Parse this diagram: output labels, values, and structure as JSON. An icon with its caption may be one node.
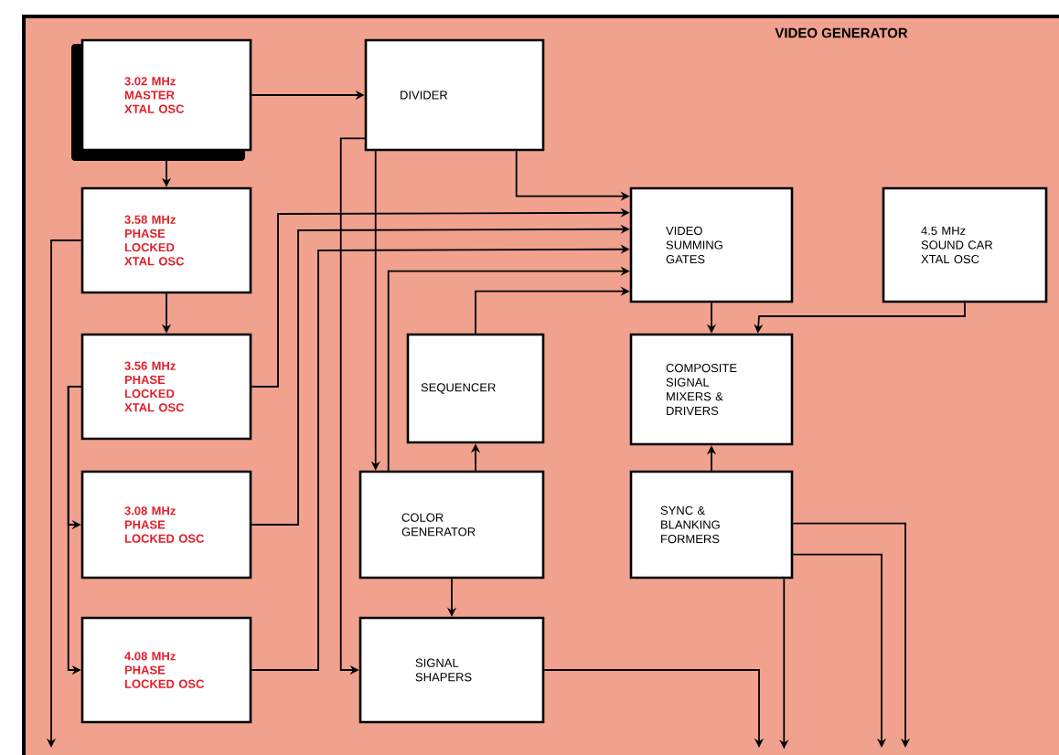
{
  "diagram": {
    "title": "VIDEO GENERATOR",
    "nodes": [
      {
        "text": [
          "3.02 MHz MASTER XTAL OSC"
        ]
      },
      {
        "text": [
          "DIVIDER"
        ]
      },
      {
        "text": [
          "3.58 MHz PHASE LOCKED XTAL OSC"
        ]
      },
      {
        "text": [
          "3.56 MHz PHASE LOCKED XTAL OSC"
        ]
      },
      {
        "text": [
          "3.08 MHz PHASE LOCKED OSC"
        ]
      },
      {
        "text": [
          "4.08 MHz PHASE LOCKED OSC"
        ]
      },
      {
        "text": [
          "VIDEO SUMMING GATES"
        ]
      },
      {
        "text": [
          "4.5 MHz SOUND CAR XTAL OSC"
        ]
      },
      {
        "text": [
          "SEQUENCER"
        ]
      },
      {
        "text": [
          "COMPOSITE SIGNAL MIXERS & DRIVERS"
        ]
      },
      {
        "text": [
          "COLOR GENERATOR"
        ]
      },
      {
        "text": [
          "SYNC & BLANKING FORMERS"
        ]
      },
      {
        "text": [
          "SIGNAL SHAPERS"
        ]
      }
    ],
    "edges": [
      {
        "from": 0,
        "to": 1,
        "arrow": "to"
      },
      {
        "from": 0,
        "to": 2,
        "arrow": "to"
      },
      {
        "from": 2,
        "to": 3,
        "arrow": "to"
      },
      {
        "from": 2,
        "to": null,
        "arrow": "to"
      },
      {
        "from": 3,
        "to": 4,
        "arrow": "to"
      },
      {
        "from": 3,
        "to": 5,
        "arrow": "to"
      },
      {
        "from": 1,
        "to": 6,
        "arrow": "to"
      },
      {
        "from": 3,
        "to": 6,
        "arrow": "to"
      },
      {
        "from": 4,
        "to": 6,
        "arrow": "to"
      },
      {
        "from": 5,
        "to": 6,
        "arrow": "to"
      },
      {
        "from": 10,
        "to": 6,
        "arrow": "to"
      },
      {
        "from": 8,
        "to": 6,
        "arrow": "to"
      },
      {
        "from": 1,
        "to": 12,
        "arrow": "to"
      },
      {
        "from": 1,
        "to": 10,
        "arrow": "to"
      },
      {
        "from": 10,
        "to": 8,
        "arrow": "to"
      },
      {
        "from": 10,
        "to": 12,
        "arrow": "to"
      },
      {
        "from": 6,
        "to": 9,
        "arrow": "to"
      },
      {
        "from": 7,
        "to": 9,
        "arrow": "to"
      },
      {
        "from": 11,
        "to": 9,
        "arrow": "to"
      },
      {
        "from": 12,
        "to": null,
        "arrow": "to"
      },
      {
        "from": 11,
        "to": null,
        "arrow": "to"
      },
      {
        "from": 11,
        "to": null,
        "arrow": "to"
      },
      {
        "from": 11,
        "to": null,
        "arrow": "to"
      }
    ]
  }
}
